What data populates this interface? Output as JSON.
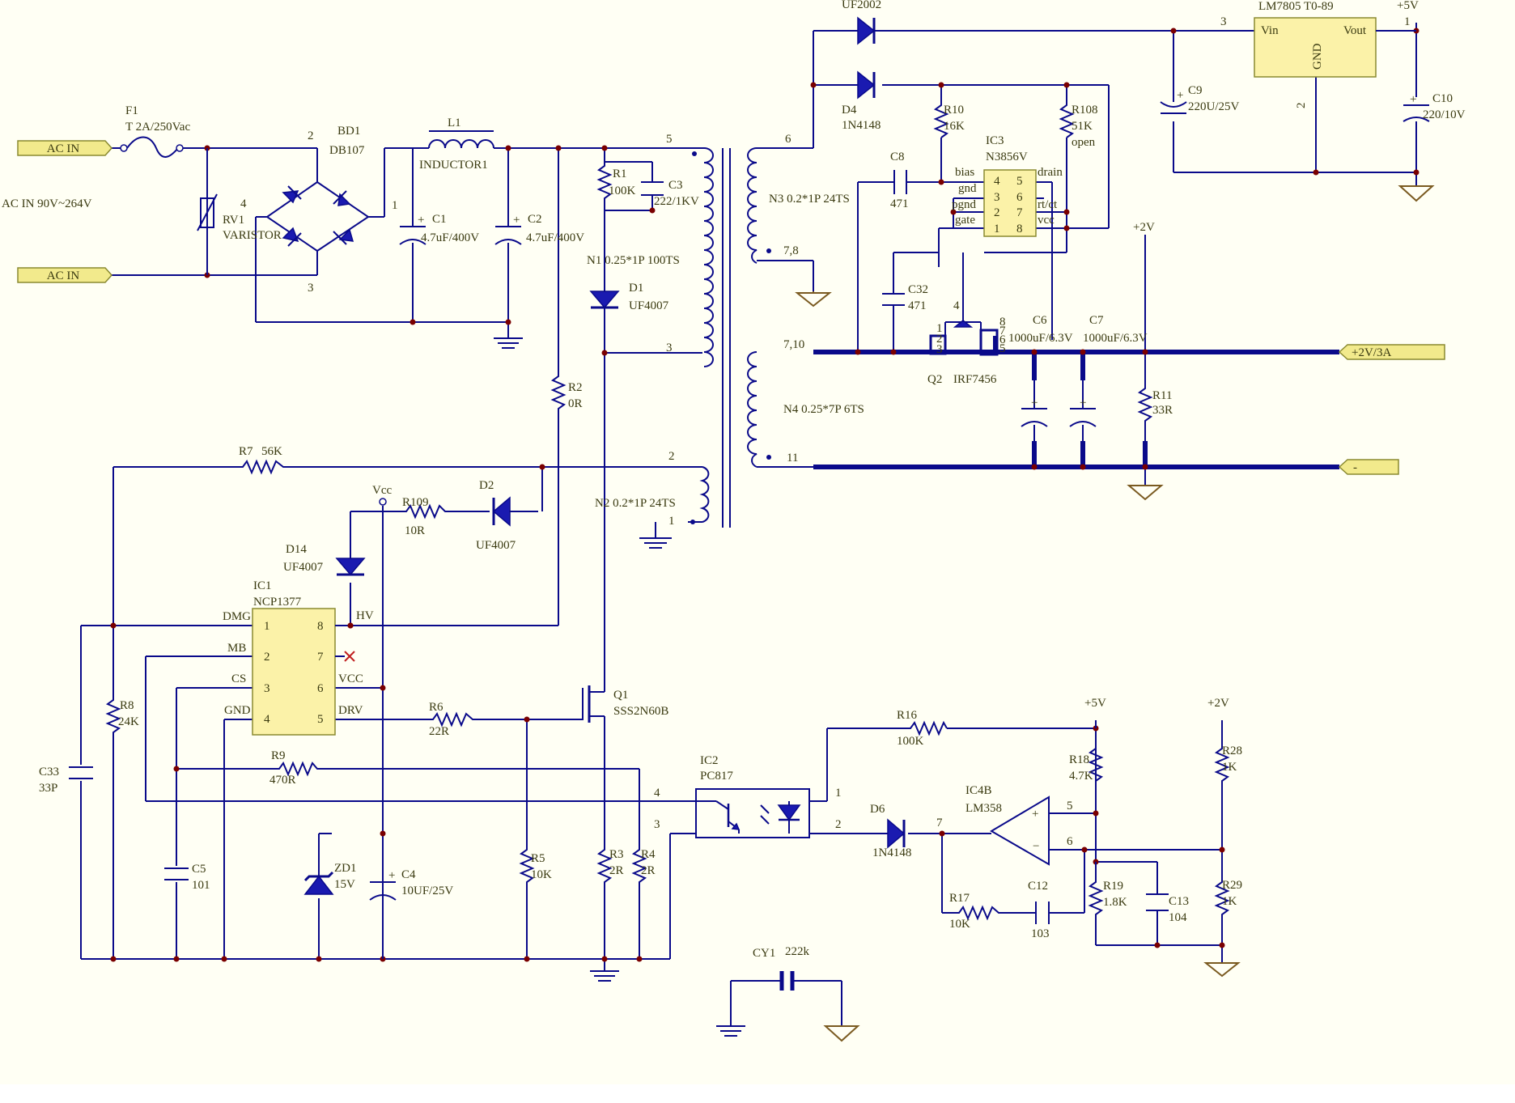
{
  "ports": {
    "ac_in_1": "AC IN",
    "ac_in_2": "AC IN",
    "out_2v": "+2V/3A",
    "out_neg": "-"
  },
  "notes": {
    "ac_range": "AC IN 90V~264V"
  },
  "labels": {
    "f1": {
      "ref": "F1",
      "value": "T 2A/250Vac"
    },
    "rv1": {
      "pin": "4",
      "ref": "RV1",
      "value": "VARISTOR"
    },
    "bd1": {
      "ref": "BD1",
      "value": "DB107",
      "pin1": "1",
      "pin2": "2",
      "pin3": "3"
    },
    "l1": {
      "ref": "L1",
      "value": "INDUCTOR1"
    },
    "c1": {
      "ref": "C1",
      "value": "4.7uF/400V"
    },
    "c2": {
      "ref": "C2",
      "value": "4.7uF/400V"
    },
    "r1": {
      "ref": "R1",
      "value": "100K"
    },
    "c3": {
      "ref": "C3",
      "value": "222/1KV"
    },
    "d1": {
      "ref": "D1",
      "value": "UF4007"
    },
    "n1": "N1 0.25*1P 100TS",
    "n2": "N2  0.2*1P 24TS",
    "n3": "N3  0.2*1P  24TS",
    "n4": "N4  0.25*7P 6TS",
    "tx": {
      "pin5": "5",
      "pin3": "3",
      "pin2": "2",
      "pin1": "1",
      "pin6": "6",
      "pin78": "7,8",
      "pin710": "7,10",
      "pin11": "11"
    },
    "r7": {
      "ref": "R7",
      "value": "56K"
    },
    "r2": {
      "ref": "R2",
      "value": "0R"
    },
    "vcc": "Vcc",
    "r109": {
      "ref": "R109",
      "value": "10R"
    },
    "d2": {
      "ref": "D2",
      "value": "UF4007"
    },
    "d14": {
      "ref": "D14",
      "value": "UF4007"
    },
    "ic1": {
      "ref": "IC1",
      "value": "NCP1377",
      "p1": "1",
      "p2": "2",
      "p3": "3",
      "p4": "4",
      "p5": "5",
      "p6": "6",
      "p7": "7",
      "p8": "8",
      "dmg": "DMG",
      "mb": "MB",
      "cs": "CS",
      "gnd": "GND",
      "hv": "HV",
      "vccpin": "VCC",
      "drv": "DRV"
    },
    "r8": {
      "ref": "R8",
      "value": "24K"
    },
    "c33": {
      "ref": "C33",
      "value": "33P"
    },
    "c5": {
      "ref": "C5",
      "value": "101"
    },
    "r9": {
      "ref": "R9",
      "value": "470R"
    },
    "zd1": {
      "ref": "ZD1",
      "value": "15V"
    },
    "c4": {
      "ref": "C4",
      "value": "10UF/25V"
    },
    "r6": {
      "ref": "R6",
      "value": "22R"
    },
    "q1": {
      "ref": "Q1",
      "value": "SSS2N60B"
    },
    "r5": {
      "ref": "R5",
      "value": "10K"
    },
    "r3": {
      "ref": "R3",
      "value": "2R"
    },
    "r4": {
      "ref": "R4",
      "value": "2R"
    },
    "ic2": {
      "ref": "IC2",
      "value": "PC817",
      "p1": "1",
      "p2": "2",
      "p3": "3",
      "p4": "4"
    },
    "r16": {
      "ref": "R16",
      "value": "100K"
    },
    "d6": {
      "ref": "D6",
      "value": "1N4148"
    },
    "ic4b": {
      "ref": "IC4B",
      "value": "LM358",
      "p5": "5",
      "p6": "6",
      "p7": "7"
    },
    "r17": {
      "ref": "R17",
      "value": "10K"
    },
    "c12": {
      "ref": "C12",
      "value": "103"
    },
    "rail_5v": "+5V",
    "rail_2v": "+2V",
    "r18": {
      "ref": "R18",
      "value": "4.7K"
    },
    "r19": {
      "ref": "R19",
      "value": "1.8K"
    },
    "c13": {
      "ref": "C13",
      "value": "104"
    },
    "r28": {
      "ref": "R28",
      "value": "1K"
    },
    "r29": {
      "ref": "R29",
      "value": "1K"
    },
    "cy1": {
      "ref": "CY1",
      "value": "222k"
    },
    "uf2002": "UF2002",
    "d4": {
      "ref": "D4",
      "value": "1N4148"
    },
    "lm7805": {
      "ref": "LM7805  T0-89",
      "vin": "Vin",
      "vout": "Vout",
      "gnd": "GND",
      "p1": "1",
      "p2": "2",
      "p3": "3"
    },
    "c9": {
      "ref": "C9",
      "value": "220U/25V"
    },
    "c10": {
      "ref": "C10",
      "value": "220/10V"
    },
    "r10": {
      "ref": "R10",
      "value": "16K"
    },
    "r108": {
      "ref": "R108",
      "value": "51K",
      "note": "open"
    },
    "c8": {
      "ref": "C8",
      "value": "471"
    },
    "ic3": {
      "ref": "IC3",
      "value": "N3856V",
      "p1": "1",
      "p2": "2",
      "p3": "3",
      "p4": "4",
      "p5": "5",
      "p6": "6",
      "p7": "7",
      "p8": "8",
      "bias": "bias",
      "gnd": "gnd",
      "pgnd": "pgnd",
      "gate": "gate",
      "drain": "drain",
      "rtct": "rt/ct",
      "vcc": "vcc"
    },
    "c32": {
      "ref": "C32",
      "value": "471"
    },
    "q2": {
      "ref": "Q2",
      "value": "IRF7456",
      "p1": "1",
      "p2": "2",
      "p3": "3",
      "p4": "4",
      "p5": "5",
      "p6": "6",
      "p7": "7",
      "p8": "8"
    },
    "c6": {
      "ref": "C6",
      "value": "1000uF/6.3V"
    },
    "c7": {
      "ref": "C7",
      "value": "1000uF/6.3V"
    },
    "r11": {
      "ref": "R11",
      "value": "33R"
    }
  }
}
